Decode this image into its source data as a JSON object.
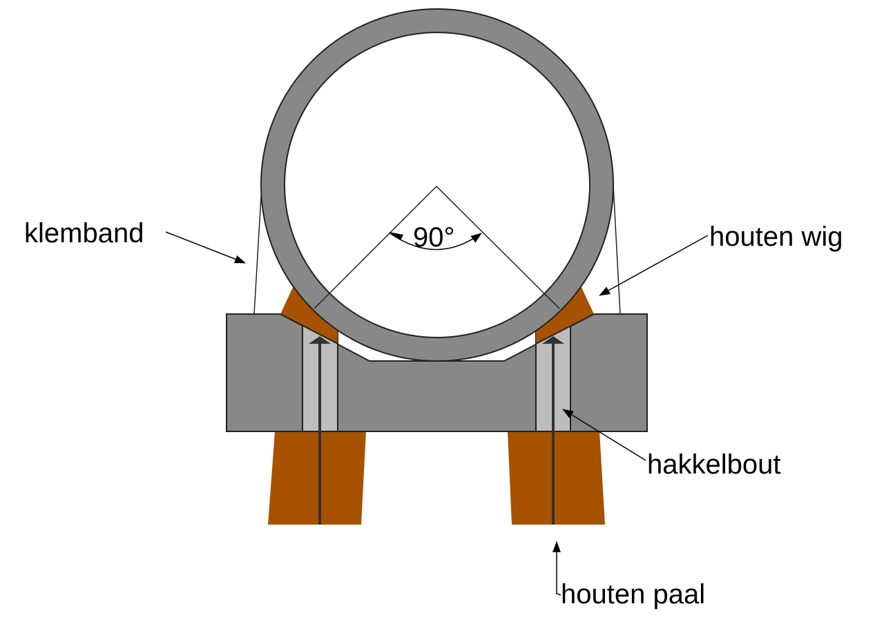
{
  "labels": {
    "klemband": "klemband",
    "houten_wig": "houten wig",
    "hakkelbout": "hakkelbout",
    "houten_paal": "houten paal",
    "angle": "90°"
  },
  "colors": {
    "steel": "#888888",
    "channel": "#bdbdbd",
    "wood": "#a65200",
    "line": "#222222"
  }
}
